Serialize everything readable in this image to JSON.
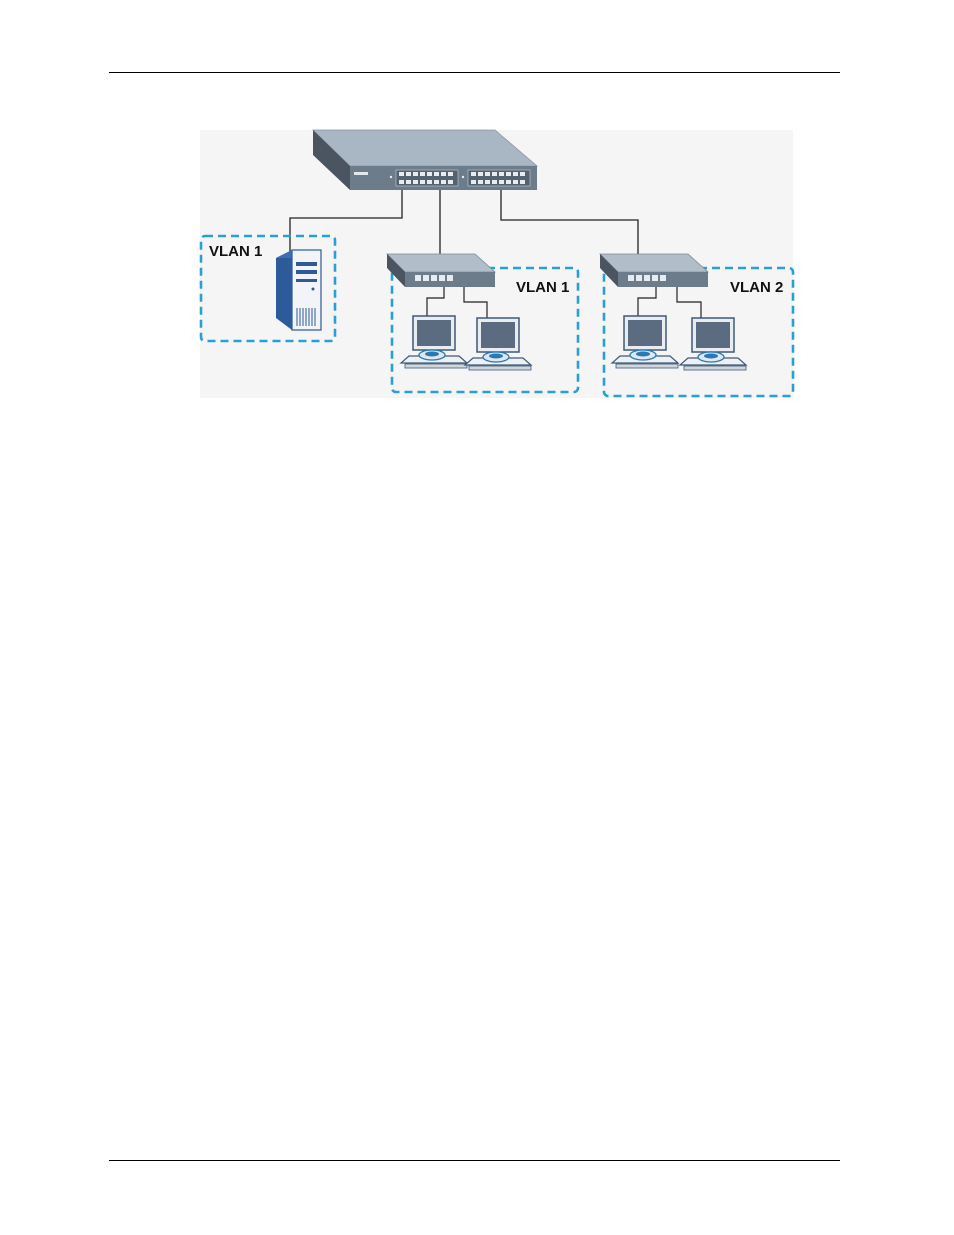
{
  "vlans": [
    {
      "label": "VLAN 1"
    },
    {
      "label": "VLAN 1"
    },
    {
      "label": "VLAN 2"
    }
  ],
  "colors": {
    "dashed_border": "#2a9fd6",
    "panel_bg": "#f5f5f5",
    "switch_body": "#a9b6c3",
    "switch_front": "#6d7c8b",
    "server_blue": "#2c5a9a",
    "wire": "#222222"
  },
  "icons": [
    "core-switch-icon",
    "server-icon",
    "workgroup-switch-icon",
    "desktop-computer-icon"
  ]
}
